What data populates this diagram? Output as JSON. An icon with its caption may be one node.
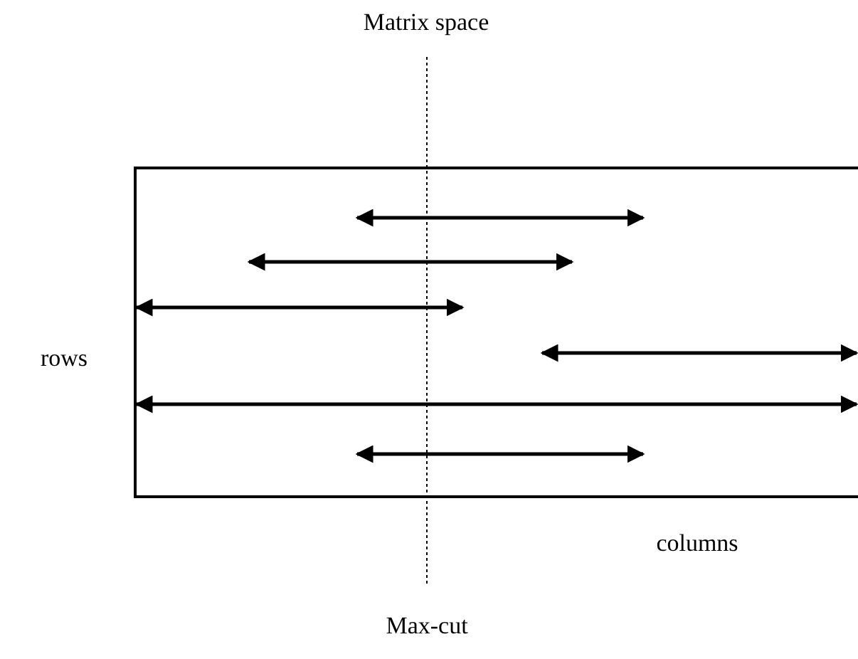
{
  "diagram": {
    "title": "Matrix space",
    "labels": [
      "rows",
      "columns",
      "Max-cut"
    ]
  }
}
